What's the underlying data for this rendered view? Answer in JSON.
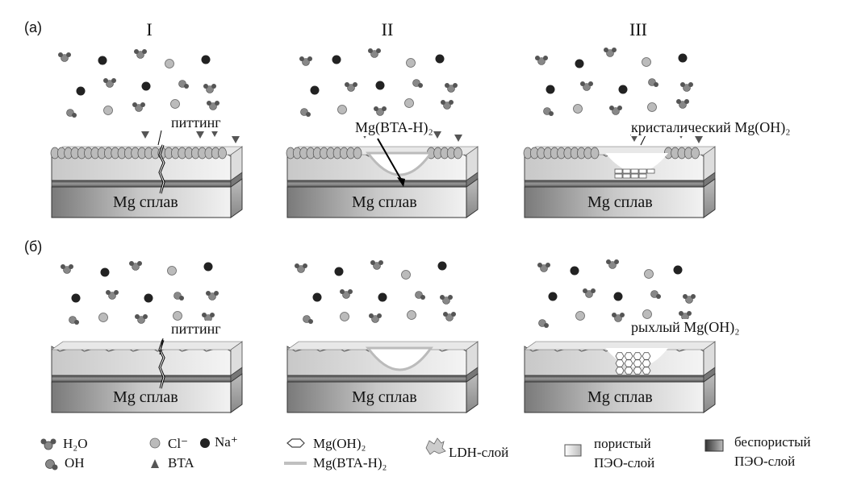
{
  "panels": {
    "a": "(а)",
    "b": "(б)"
  },
  "columns": [
    "I",
    "II",
    "III"
  ],
  "substrate_label": "Mg сплав",
  "annotations": {
    "pitting": "питтинг",
    "mg_bta_h2": "Mg(BTA-H)₂",
    "crystalline": "кристалический Mg(OH)₂",
    "loose": "рыхлый Mg(OH)₂"
  },
  "legend": {
    "h2o": "H₂O",
    "oh": "OH",
    "cl": "Cl⁻",
    "na": "Na⁺",
    "bta": "BTA",
    "mgoh2": "Mg(OH)₂",
    "mgbta": "Mg(BTA-H)₂",
    "ldh": "LDH-слой",
    "porous_1": "пористый",
    "porous_2": "ПЭО-слой",
    "nonporous_1": "беспористый",
    "nonporous_2": "ПЭО-слой"
  }
}
